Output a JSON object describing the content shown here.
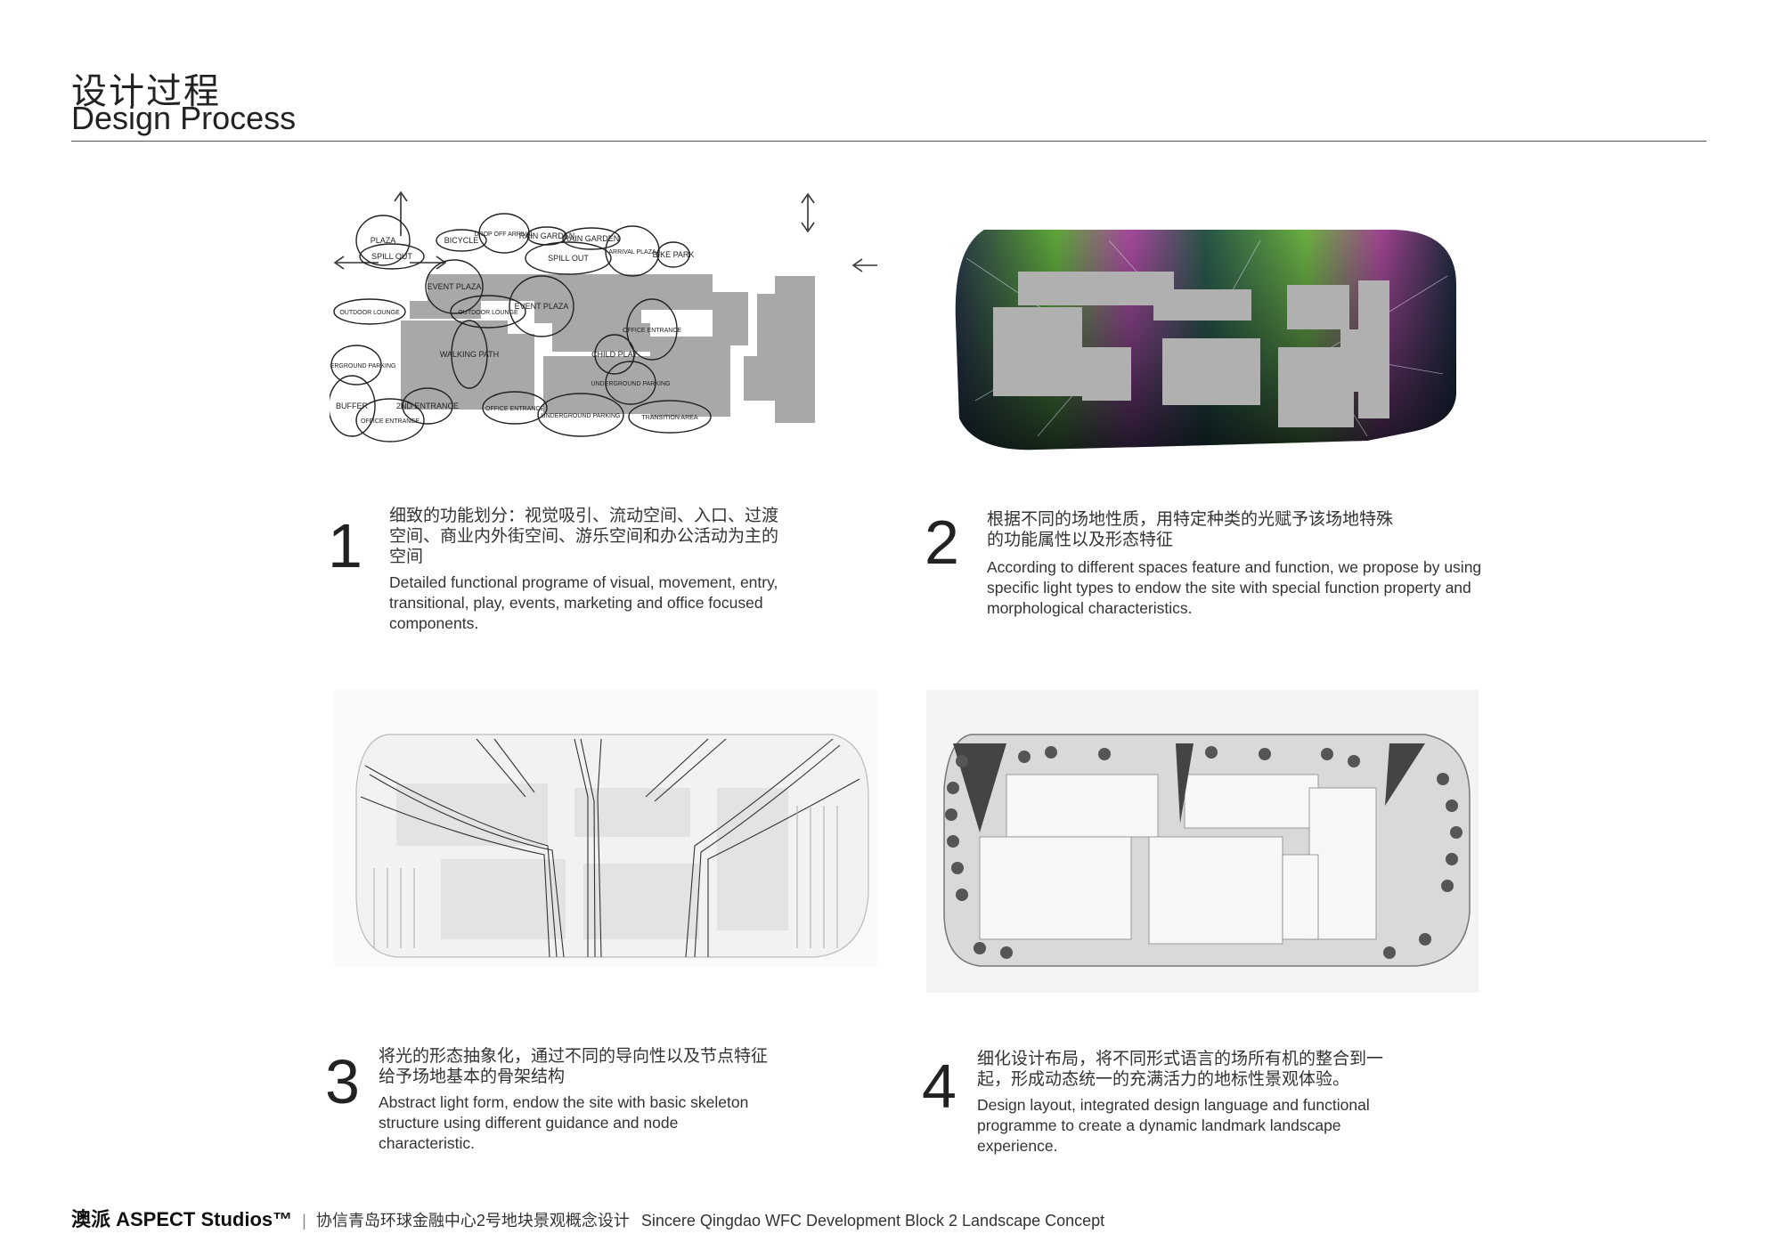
{
  "header": {
    "title_cn": "设计过程",
    "title_en": "Design Process"
  },
  "sketch": {
    "labels": [
      "PLAZA",
      "SPILL OUT",
      "BICYCLE",
      "DROP OFF ARRIVAL",
      "SPILL OUT",
      "RAIN GARDEN",
      "RAIN GARDEN",
      "ARRIVAL PLAZA",
      "BIKE PARK",
      "OUTDOOR LOUNGE",
      "EVENT PLAZA",
      "OUTDOOR LOUNGE",
      "EVENT PLAZA",
      "OFFICE ENTRANCE",
      "UNDERGROUND PARKING",
      "WALKING PATH",
      "CHILD PLAY",
      "UNDERGROUND PARKING",
      "BUFFER",
      "OFFICE ENTRANCE",
      "2ND ENTRANCE",
      "OFFICE ENTRANCE",
      "UNDERGROUND PARKING",
      "TRANSITION AREA"
    ]
  },
  "steps": [
    {
      "number": "1",
      "cn": "细致的功能划分：视觉吸引、流动空间、入口、过渡空间、商业内外街空间、游乐空间和办公活动为主的空间",
      "en": "Detailed functional programe of visual, movement, entry, transitional, play, events, marketing and office focused components."
    },
    {
      "number": "2",
      "cn": "根据不同的场地性质，用特定种类的光赋予该场地特殊的功能属性以及形态特征",
      "en": "According to different spaces feature and function, we propose by using specific light types to endow the site with special function property and morphological characteristics."
    },
    {
      "number": "3",
      "cn": "将光的形态抽象化，通过不同的导向性以及节点特征给予场地基本的骨架结构",
      "en": "Abstract light form, endow the site with basic skeleton structure using different guidance and node characteristic."
    },
    {
      "number": "4",
      "cn": "细化设计布局，将不同形式语言的场所有机的整合到一起，形成动态统一的充满活力的地标性景观体验。",
      "en": "Design layout, integrated design language and functional programme to create a dynamic landmark landscape experience."
    }
  ],
  "footer": {
    "brand": "澳派 ASPECT Studios™",
    "project_cn": "协信青岛环球金融中心2号地块景观概念设计",
    "project_en": "Sincere Qingdao WFC Development Block 2 Landscape Concept"
  }
}
